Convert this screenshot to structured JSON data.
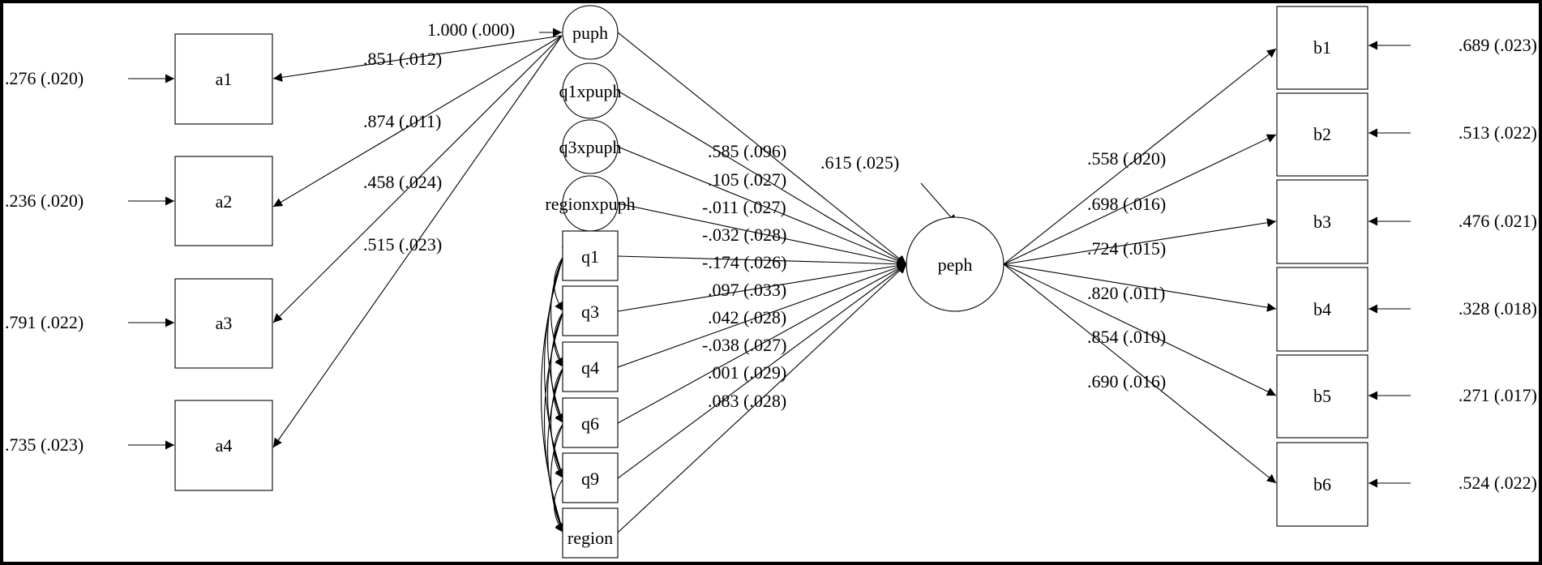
{
  "nodes": {
    "a1": "a1",
    "a2": "a2",
    "a3": "a3",
    "a4": "a4",
    "puph": "puph",
    "q1xpuph": "q1xpuph",
    "q3xpuph": "q3xpuph",
    "regionxpuph": "regionxpuph",
    "q1": "q1",
    "q3": "q3",
    "q4": "q4",
    "q6": "q6",
    "q9": "q9",
    "region": "region",
    "peph": "peph",
    "b1": "b1",
    "b2": "b2",
    "b3": "b3",
    "b4": "b4",
    "b5": "b5",
    "b6": "b6"
  },
  "a_residuals": [
    ".276 (.020)",
    ".236 (.020)",
    ".791 (.022)",
    ".735 (.023)"
  ],
  "a_loadings": {
    "fixed": "1.000 (.000)",
    "a1": ".851 (.012)",
    "a2": ".874 (.011)",
    "a3": ".458 (.024)",
    "a4": ".515 (.023)"
  },
  "peph_paths": [
    ".585 (.096)",
    ".105 (.027)",
    "-.011 (.027)",
    "-.032 (.028)",
    "-.174 (.026)",
    ".097 (.033)",
    ".042 (.028)",
    "-.038 (.027)",
    ".001 (.029)",
    ".083 (.028)"
  ],
  "peph_residual": ".615 (.025)",
  "b_loadings": [
    ".558 (.020)",
    ".698 (.016)",
    ".724 (.015)",
    ".820 (.011)",
    ".854 (.010)",
    ".690 (.016)"
  ],
  "b_residuals": [
    ".689 (.023)",
    ".513 (.022)",
    ".476 (.021)",
    ".328 (.018)",
    ".271 (.017)",
    ".524 (.022)"
  ]
}
